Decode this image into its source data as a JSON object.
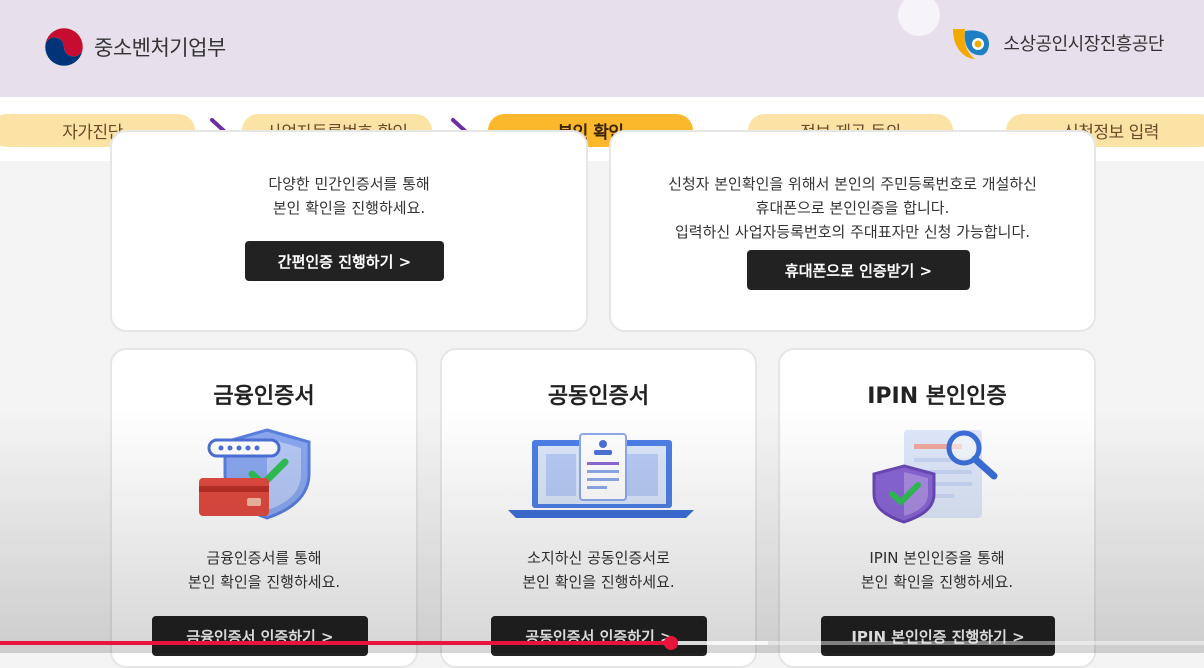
{
  "header": {
    "left_org": "중소벤처기업부",
    "right_org": "소상공인시장진흥공단"
  },
  "steps": [
    {
      "label": "자가진단",
      "active": false
    },
    {
      "label": "사업자등록번호 확인",
      "active": false
    },
    {
      "label": "본인 확인",
      "active": true
    },
    {
      "label": "정보 제공 동의",
      "active": false
    },
    {
      "label": "신청정보 입력",
      "active": false
    }
  ],
  "cards_top": {
    "simple": {
      "desc_line1": "다양한 민간인증서를 통해",
      "desc_line2": "본인 확인을 진행하세요.",
      "button": "간편인증 진행하기 >"
    },
    "phone": {
      "desc_line1": "신청자 본인확인을 위해서 본인의 주민등록번호로 개설하신",
      "desc_line2": "휴대폰으로 본인인증을 합니다.",
      "desc_line3": "입력하신 사업자등록번호의 주대표자만 신청 가능합니다.",
      "button": "휴대폰으로 인증받기 >"
    }
  },
  "cards_bottom": [
    {
      "title": "금융인증서",
      "desc_line1": "금융인증서를 통해",
      "desc_line2": "본인 확인을 진행하세요.",
      "button": "금융인증서 인증하기 >"
    },
    {
      "title": "공동인증서",
      "desc_line1": "소지하신 공동인증서로",
      "desc_line2": "본인 확인을 진행하세요.",
      "button": "공동인증서 인증하기 >"
    },
    {
      "title": "IPIN 본인인증",
      "desc_line1": "IPIN 본인인증을 통해",
      "desc_line2": "본인 확인을 진행하세요.",
      "button": "IPIN 본인인증 진행하기 >"
    }
  ],
  "video": {
    "progress_fraction": 0.557
  },
  "colors": {
    "step_active": "#fbb82c",
    "step_inactive": "#fbe3a6",
    "arrow": "#6b2fa0",
    "progress": "#e8143c"
  }
}
